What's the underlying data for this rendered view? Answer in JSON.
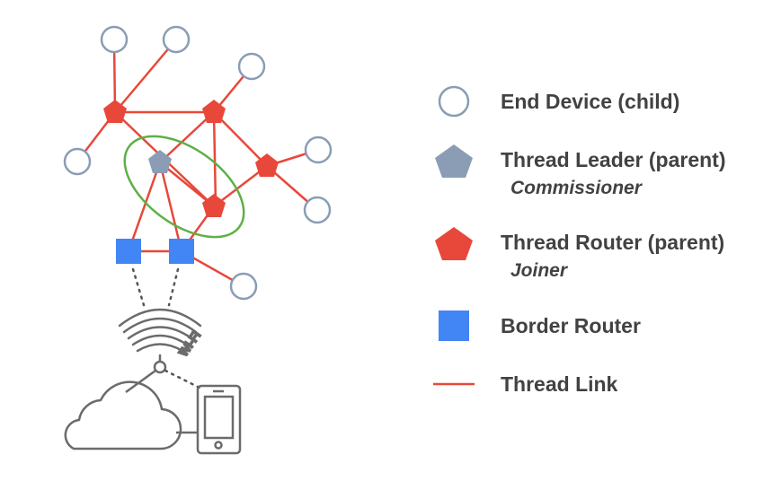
{
  "colors": {
    "thread_link": "#e8483a",
    "router": "#e8483a",
    "leader": "#8a9db5",
    "end_device_stroke": "#8a9db5",
    "border_router": "#4285f4",
    "commissioner_ellipse": "#5faf48",
    "icon_stroke": "#6b6b6b"
  },
  "icons": {
    "wifi": "wifi-icon",
    "cloud": "cloud-icon",
    "phone": "smartphone-icon"
  },
  "wifi": {
    "label": "Wi-Fi"
  },
  "legend": {
    "end_device": {
      "label": "End Device (child)"
    },
    "leader": {
      "label": "Thread Leader (parent)",
      "sublabel": "Commissioner"
    },
    "router": {
      "label": "Thread Router (parent)",
      "sublabel": "Joiner"
    },
    "border_router": {
      "label": "Border Router"
    },
    "thread_link": {
      "label": "Thread Link"
    }
  }
}
